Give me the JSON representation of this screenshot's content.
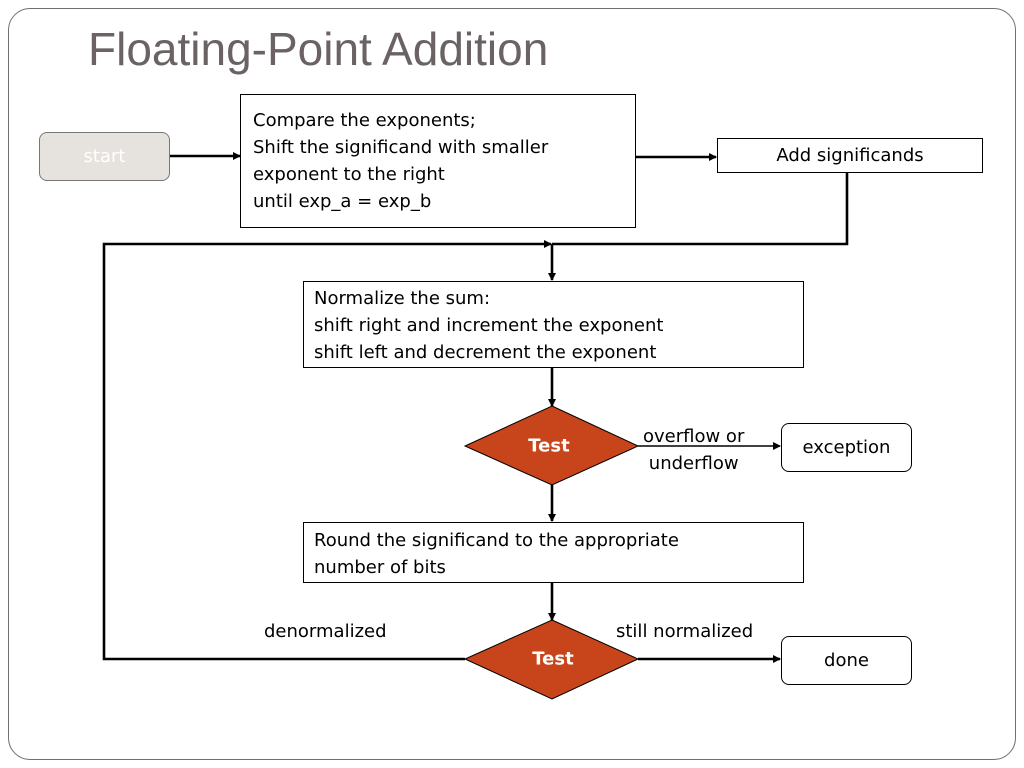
{
  "slide": {
    "title": "Floating-Point Addition"
  },
  "flowchart": {
    "start": "start",
    "compare_lines": [
      "Compare the exponents;",
      "Shift the significand with smaller",
      "exponent to the right",
      "until exp_a = exp_b"
    ],
    "add": "Add significands",
    "normalize_lines": [
      "Normalize the sum:",
      "shift right and increment the exponent",
      "shift left and decrement the exponent"
    ],
    "test1": "Test",
    "overflow_lines": [
      "overflow or",
      "underflow"
    ],
    "exception": "exception",
    "round_lines": [
      "Round the significand to the appropriate",
      "number of bits"
    ],
    "test2": "Test",
    "denormalized": "denormalized",
    "still_normalized": "still normalized",
    "done": "done"
  },
  "colors": {
    "diamond_fill": "#c8441b",
    "title_text": "#6b6363",
    "start_fill": "#e6e2dd"
  }
}
